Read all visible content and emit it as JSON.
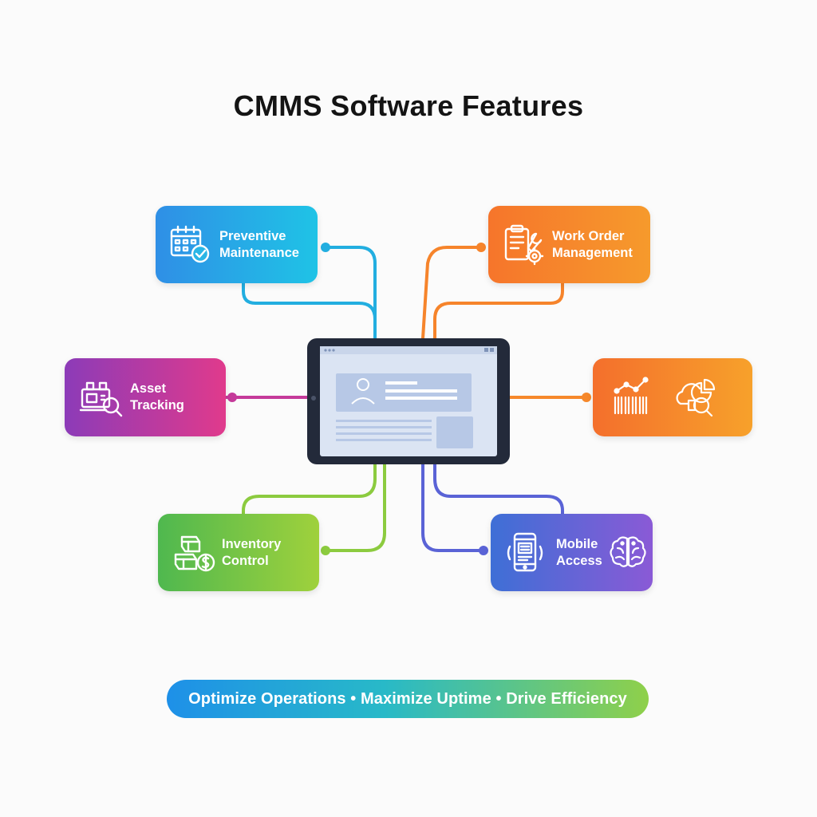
{
  "title": "CMMS Software Features",
  "features": {
    "preventive_maintenance": {
      "label": "Preventive\nMaintenance",
      "icon": "calendar-check-icon",
      "color": "#2fa6e6"
    },
    "work_order_management": {
      "label": "Work Order\nManagement",
      "icon": "clipboard-wrench-gear-icon",
      "color": "#f6842b"
    },
    "asset_tracking": {
      "label": "Asset\nTracking",
      "icon": "machine-magnifier-icon",
      "color": "#b43aa2"
    },
    "analytics": {
      "icons": [
        "barcode-chart-icon",
        "cloud-pie-magnifier-icon"
      ],
      "color": "#f6882b"
    },
    "inventory_control": {
      "label": "Inventory\nControl",
      "icon": "boxes-dollar-icon",
      "color": "#78c645"
    },
    "mobile_access": {
      "label": "Mobile\nAccess",
      "icons": [
        "smartphone-icon",
        "brain-icon"
      ],
      "color": "#5a63d6"
    }
  },
  "center_device": {
    "icon": "tablet-dashboard-icon"
  },
  "tagline": "Optimize Operations • Maximize Uptime • Drive Efficiency"
}
